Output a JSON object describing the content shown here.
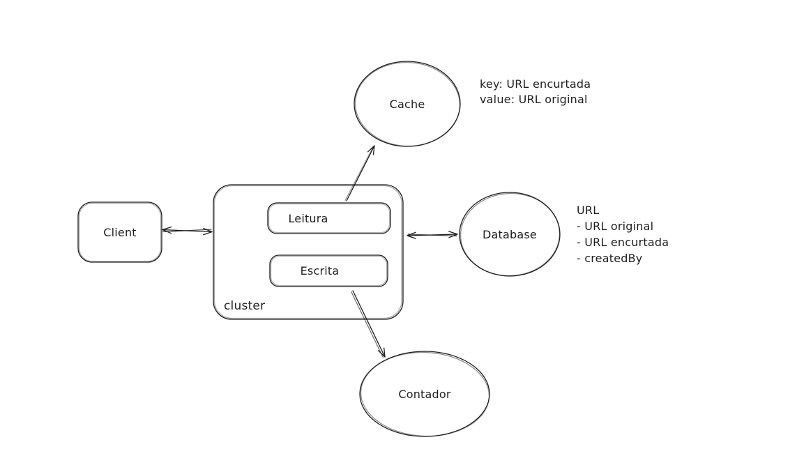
{
  "colors": {
    "ink": "#1e1e1e",
    "canvas": "#ffffff"
  },
  "diagram": {
    "nodes": {
      "client": {
        "label": "Client",
        "shape": "rounded-rect"
      },
      "cluster": {
        "label": "cluster",
        "shape": "rounded-rect-container"
      },
      "leitura": {
        "label": "Leitura",
        "shape": "rounded-rect"
      },
      "escrita": {
        "label": "Escrita",
        "shape": "rounded-rect"
      },
      "cache": {
        "label": "Cache",
        "shape": "ellipse"
      },
      "database": {
        "label": "Database",
        "shape": "ellipse"
      },
      "contador": {
        "label": "Contador",
        "shape": "ellipse"
      }
    },
    "notes": {
      "cache_note": {
        "lines": [
          "key: URL encurtada",
          "value: URL original"
        ]
      },
      "database_note": {
        "lines": [
          "URL",
          "- URL original",
          "- URL encurtada",
          "- createdBy"
        ]
      }
    },
    "edges": [
      {
        "from": "Client",
        "to": "cluster",
        "style": "bidirectional-arrow"
      },
      {
        "from": "Leitura",
        "to": "Cache",
        "style": "arrow"
      },
      {
        "from": "cluster",
        "to": "Database",
        "style": "bidirectional-arrow"
      },
      {
        "from": "Escrita",
        "to": "Contador",
        "style": "arrow"
      }
    ]
  }
}
